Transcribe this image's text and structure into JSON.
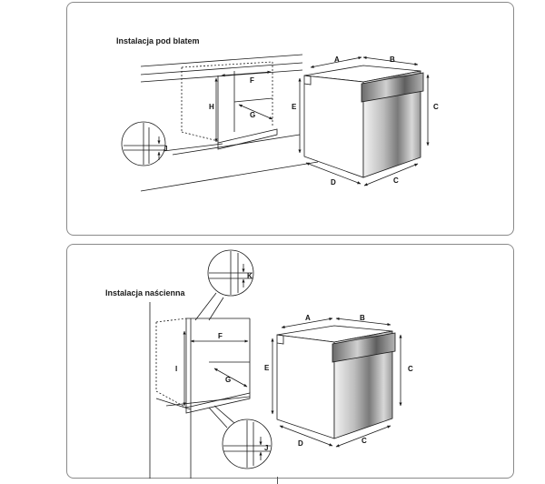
{
  "panels": [
    {
      "title": "Instalacja pod blatem",
      "labels": {
        "a": "A",
        "b": "B",
        "c1": "C",
        "c2": "C",
        "d": "D",
        "e": "E",
        "f": "F",
        "g": "G",
        "h": "H",
        "j": "J"
      }
    },
    {
      "title": "Instalacja naścienna",
      "labels": {
        "a": "A",
        "b": "B",
        "c1": "C",
        "c2": "C",
        "d": "D",
        "e": "E",
        "f": "F",
        "g": "G",
        "i": "I",
        "j": "J",
        "k": "K"
      }
    }
  ],
  "colors": {
    "line": "#1a1a1a",
    "steel_dark": "#5a5a5a",
    "steel_light": "#e6e6e6",
    "panel_border": "#8a8a8a"
  }
}
